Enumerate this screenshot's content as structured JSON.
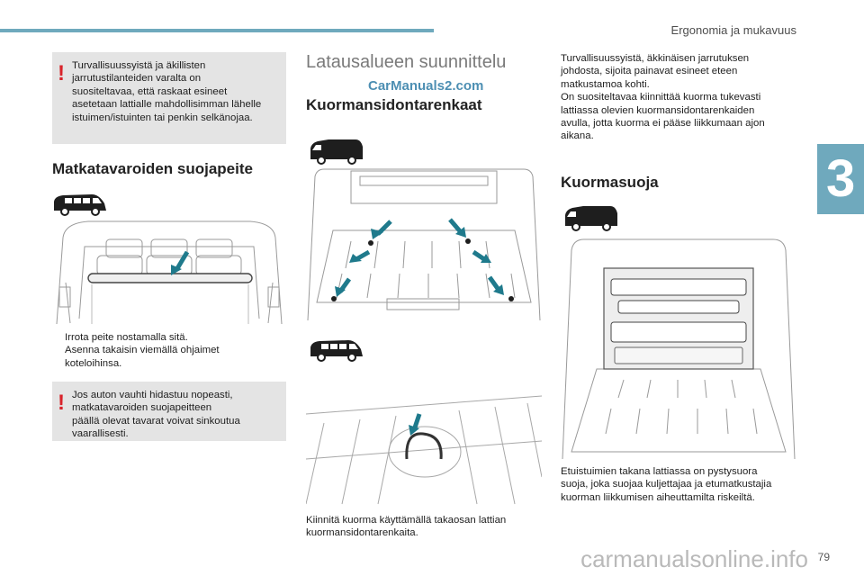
{
  "header": {
    "section_title": "Ergonomia ja mukavuus",
    "chapter_number": "3"
  },
  "left": {
    "warning1": [
      "Turvallisuussyistä ja äkillisten",
      "jarrutustilanteiden varalta on",
      "suositeltavaa, että raskaat esineet",
      "asetetaan lattialle mahdollisimman lähelle",
      "istuimen/istuinten tai penkin selkänojaa."
    ],
    "heading": "Matkatavaroiden suojapeite",
    "bullets": [
      {
        "mark": "",
        "text": "Irrota peite nostamalla sitä."
      },
      {
        "mark": "",
        "text": "Asenna takaisin viemällä ohjaimet"
      },
      {
        "mark": "",
        "text": "koteloihinsa."
      }
    ],
    "warning2": [
      "Jos auton vauhti hidastuu nopeasti,",
      "matkatavaroiden suojapeitteen",
      "päällä olevat tavarat voivat sinkoutua",
      "vaarallisesti."
    ]
  },
  "middle": {
    "title": "Latausalueen suunnittelu",
    "watermark": "CarManuals2.com",
    "heading": "Kuormansidontarenkaat",
    "caption": [
      "Kiinnitä kuorma käyttämällä takaosan lattian",
      "kuormansidontarenkaita."
    ]
  },
  "right": {
    "paragraph1": [
      "Turvallisuussyistä, äkkinäisen jarrutuksen",
      "johdosta, sijoita painavat esineet eteen",
      "matkustamoa kohti."
    ],
    "paragraph2": [
      "On suositeltavaa kiinnittää kuorma tukevasti",
      "lattiassa olevien kuormansidontarenkaiden",
      "avulla, jotta kuorma ei pääse liikkumaan ajon",
      "aikana."
    ],
    "heading": "Kuormasuoja",
    "caption": [
      "Etuistuimien takana lattiassa on pystysuora",
      "suoja, joka suojaa kuljettajaa ja etumatkustajia",
      "kuorman liikkumisen aiheuttamilta riskeiltä."
    ]
  },
  "footer": {
    "page_number": "79",
    "site_watermark": "carmanualsonline.info"
  },
  "colors": {
    "accent": "#6fa9bd",
    "warning": "#d8232a",
    "arrow": "#1f7a8c",
    "box": "#e4e4e4"
  }
}
